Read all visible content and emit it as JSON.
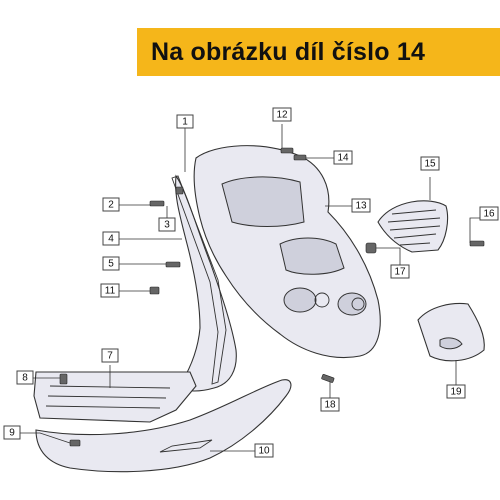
{
  "banner": {
    "text": "Na obrázku díl číslo 14",
    "color": "#f5b61a"
  },
  "callouts": [
    "1",
    "2",
    "3",
    "4",
    "5",
    "7",
    "8",
    "9",
    "10",
    "11",
    "12",
    "13",
    "14",
    "15",
    "16",
    "17",
    "18",
    "19"
  ]
}
